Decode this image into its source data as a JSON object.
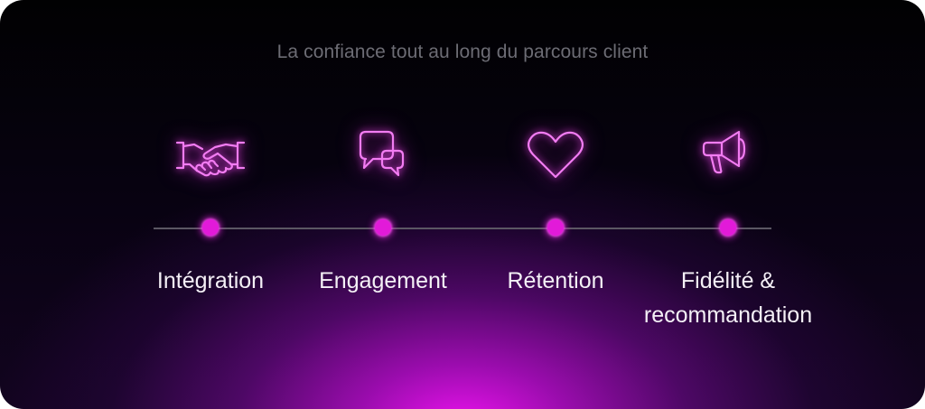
{
  "title": "La confiance tout au long du parcours client",
  "steps": [
    {
      "icon": "handshake-icon",
      "label_line1": "Intégration",
      "label_line2": ""
    },
    {
      "icon": "chat-bubbles-icon",
      "label_line1": "Engagement",
      "label_line2": ""
    },
    {
      "icon": "heart-icon",
      "label_line1": "Rétention",
      "label_line2": ""
    },
    {
      "icon": "megaphone-icon",
      "label_line1": "Fidélité &",
      "label_line2": "recommandation"
    }
  ],
  "colors": {
    "accent": "#e21ad9",
    "icon_stroke": "#f27cf2",
    "label_text": "#f4f0f6",
    "title_text": "#6c6c74",
    "line": "#5b5763"
  }
}
